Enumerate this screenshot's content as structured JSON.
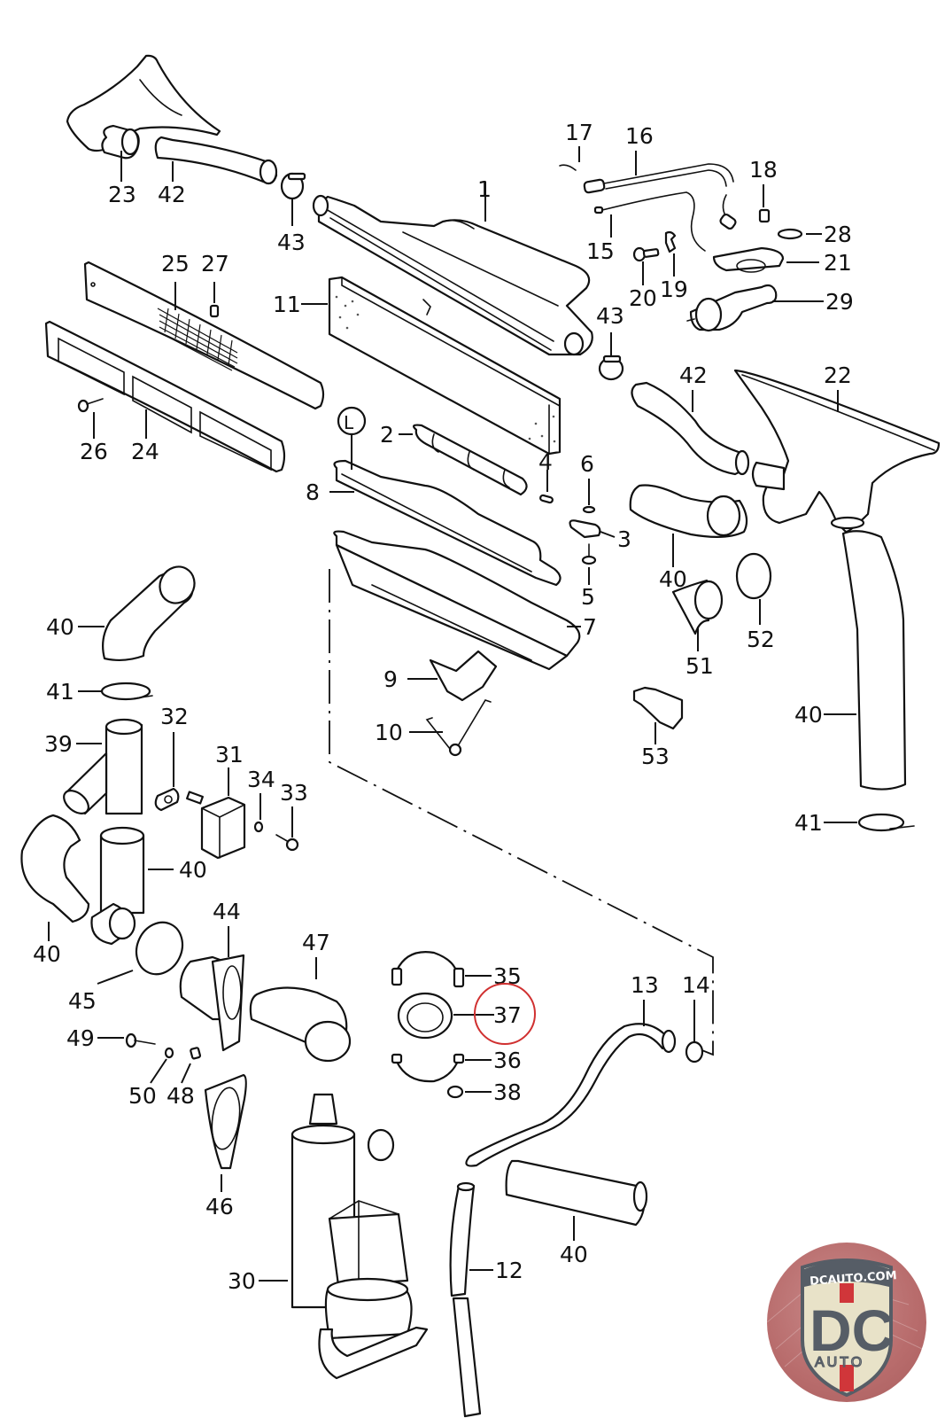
{
  "diagram": {
    "title": "Heater / fresh air system exploded parts diagram",
    "highlighted_callout": "37",
    "highlight_color": "#d03030",
    "callouts": {
      "c1": "1",
      "c2": "2",
      "c3": "3",
      "c4": "4",
      "c5": "5",
      "c6": "6",
      "c7": "7",
      "c8": "8",
      "c9": "9",
      "c10": "10",
      "c11": "11",
      "c12": "12",
      "c13": "13",
      "c14": "14",
      "c15": "15",
      "c16": "16",
      "c17": "17",
      "c18": "18",
      "c19": "19",
      "c20": "20",
      "c21": "21",
      "c22": "22",
      "c23": "23",
      "c24": "24",
      "c25": "25",
      "c26": "26",
      "c27": "27",
      "c28": "28",
      "c29": "29",
      "c30": "30",
      "c31": "31",
      "c32": "32",
      "c33": "33",
      "c34": "34",
      "c35": "35",
      "c36": "36",
      "c37": "37",
      "c38": "38",
      "c39": "39",
      "c40a": "40",
      "c40b": "40",
      "c40c": "40",
      "c40d": "40",
      "c40e": "40",
      "c40f": "40",
      "c41a": "41",
      "c41b": "41",
      "c42a": "42",
      "c42b": "42",
      "c43a": "43",
      "c43b": "43",
      "c44": "44",
      "c45": "45",
      "c46": "46",
      "c47": "47",
      "c48": "48",
      "c49": "49",
      "c50": "50",
      "c51": "51",
      "c52": "52",
      "c53": "53"
    },
    "note_symbol": "L"
  },
  "logo": {
    "url_text": "DCAUTO.COM",
    "mark_text": "DC",
    "sub_text": "AUTO",
    "colors": {
      "shield": "#e8e2c8",
      "dark": "#565d66",
      "red": "#d0363a",
      "background": "#b86c6c"
    }
  }
}
